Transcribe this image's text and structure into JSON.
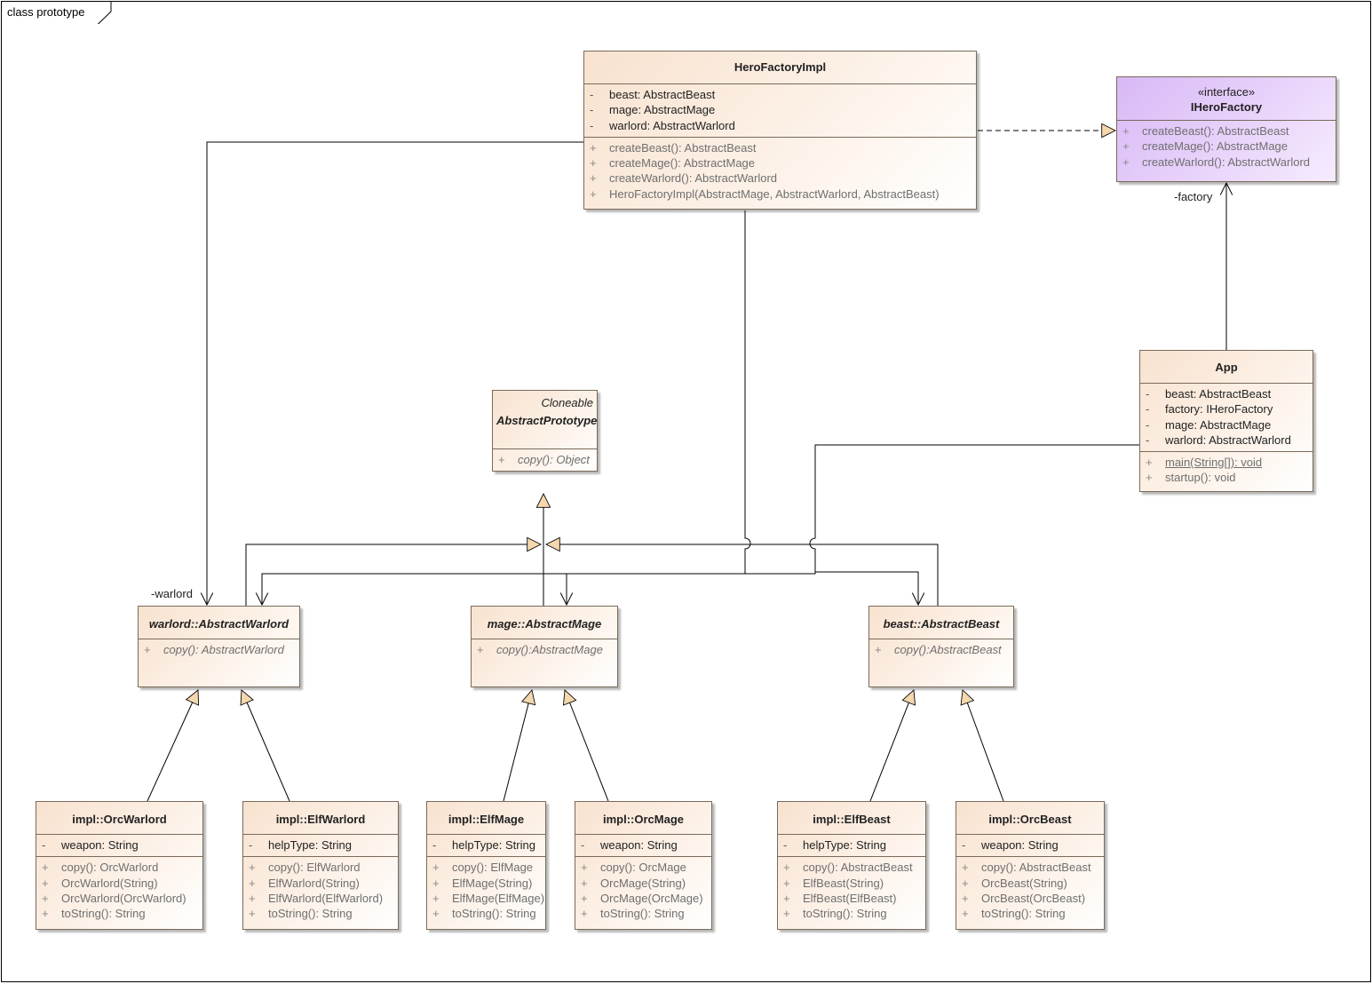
{
  "frame": {
    "label": "class prototype"
  },
  "roles": {
    "factory": "-factory",
    "warlord": "-warlord"
  },
  "classes": {
    "hero_factory_impl": {
      "name": "HeroFactoryImpl",
      "attributes": [
        {
          "vis": "-",
          "text": "beast: AbstractBeast"
        },
        {
          "vis": "-",
          "text": "mage: AbstractMage"
        },
        {
          "vis": "-",
          "text": "warlord: AbstractWarlord"
        }
      ],
      "operations": [
        {
          "vis": "+",
          "text": "createBeast(): AbstractBeast"
        },
        {
          "vis": "+",
          "text": "createMage(): AbstractMage"
        },
        {
          "vis": "+",
          "text": "createWarlord(): AbstractWarlord"
        },
        {
          "vis": "+",
          "text": "HeroFactoryImpl(AbstractMage, AbstractWarlord, AbstractBeast)"
        }
      ]
    },
    "ihero_factory": {
      "stereotype": "«interface»",
      "name": "IHeroFactory",
      "operations": [
        {
          "vis": "+",
          "text": "createBeast(): AbstractBeast"
        },
        {
          "vis": "+",
          "text": "createMage(): AbstractMage"
        },
        {
          "vis": "+",
          "text": "createWarlord(): AbstractWarlord"
        }
      ]
    },
    "abstract_prototype": {
      "stereotype": "Cloneable",
      "name": "AbstractPrototype",
      "operations": [
        {
          "vis": "+",
          "text": "copy(): Object"
        }
      ]
    },
    "app": {
      "name": "App",
      "attributes": [
        {
          "vis": "-",
          "text": "beast: AbstractBeast"
        },
        {
          "vis": "-",
          "text": "factory: IHeroFactory"
        },
        {
          "vis": "-",
          "text": "mage: AbstractMage"
        },
        {
          "vis": "-",
          "text": "warlord: AbstractWarlord"
        }
      ],
      "operations": [
        {
          "vis": "+",
          "text": "main(String[]): void"
        },
        {
          "vis": "+",
          "text": "startup(): void"
        }
      ]
    },
    "abstract_warlord": {
      "name": "warlord::AbstractWarlord",
      "operations": [
        {
          "vis": "+",
          "text": "copy(): AbstractWarlord"
        }
      ]
    },
    "abstract_mage": {
      "name": "mage::AbstractMage",
      "operations": [
        {
          "vis": "+",
          "text": "copy():AbstractMage"
        }
      ]
    },
    "abstract_beast": {
      "name": "beast::AbstractBeast",
      "operations": [
        {
          "vis": "+",
          "text": "copy():AbstractBeast"
        }
      ]
    },
    "orc_warlord": {
      "name": "impl::OrcWarlord",
      "attributes": [
        {
          "vis": "-",
          "text": "weapon: String"
        }
      ],
      "operations": [
        {
          "vis": "+",
          "text": "copy(): OrcWarlord"
        },
        {
          "vis": "+",
          "text": "OrcWarlord(String)"
        },
        {
          "vis": "+",
          "text": "OrcWarlord(OrcWarlord)"
        },
        {
          "vis": "+",
          "text": "toString(): String"
        }
      ]
    },
    "elf_warlord": {
      "name": "impl::ElfWarlord",
      "attributes": [
        {
          "vis": "-",
          "text": "helpType: String"
        }
      ],
      "operations": [
        {
          "vis": "+",
          "text": "copy(): ElfWarlord"
        },
        {
          "vis": "+",
          "text": "ElfWarlord(String)"
        },
        {
          "vis": "+",
          "text": "ElfWarlord(ElfWarlord)"
        },
        {
          "vis": "+",
          "text": "toString(): String"
        }
      ]
    },
    "elf_mage": {
      "name": "impl::ElfMage",
      "attributes": [
        {
          "vis": "-",
          "text": "helpType: String"
        }
      ],
      "operations": [
        {
          "vis": "+",
          "text": "copy(): ElfMage"
        },
        {
          "vis": "+",
          "text": "ElfMage(String)"
        },
        {
          "vis": "+",
          "text": "ElfMage(ElfMage)"
        },
        {
          "vis": "+",
          "text": "toString(): String"
        }
      ]
    },
    "orc_mage": {
      "name": "impl::OrcMage",
      "attributes": [
        {
          "vis": "-",
          "text": "weapon: String"
        }
      ],
      "operations": [
        {
          "vis": "+",
          "text": "copy(): OrcMage"
        },
        {
          "vis": "+",
          "text": "OrcMage(String)"
        },
        {
          "vis": "+",
          "text": "OrcMage(OrcMage)"
        },
        {
          "vis": "+",
          "text": "toString(): String"
        }
      ]
    },
    "elf_beast": {
      "name": "impl::ElfBeast",
      "attributes": [
        {
          "vis": "-",
          "text": "helpType: String"
        }
      ],
      "operations": [
        {
          "vis": "+",
          "text": "copy(): AbstractBeast"
        },
        {
          "vis": "+",
          "text": "ElfBeast(String)"
        },
        {
          "vis": "+",
          "text": "ElfBeast(ElfBeast)"
        },
        {
          "vis": "+",
          "text": "toString(): String"
        }
      ]
    },
    "orc_beast": {
      "name": "impl::OrcBeast",
      "attributes": [
        {
          "vis": "-",
          "text": "weapon: String"
        }
      ],
      "operations": [
        {
          "vis": "+",
          "text": "copy(): AbstractBeast"
        },
        {
          "vis": "+",
          "text": "OrcBeast(String)"
        },
        {
          "vis": "+",
          "text": "OrcBeast(OrcBeast)"
        },
        {
          "vis": "+",
          "text": "toString(): String"
        }
      ]
    }
  },
  "colors": {
    "class_fill": "#f8e2cf",
    "interface_fill": "#d8b8f6",
    "arrowhead_fill": "#f5d7ad",
    "line": "#000000"
  }
}
